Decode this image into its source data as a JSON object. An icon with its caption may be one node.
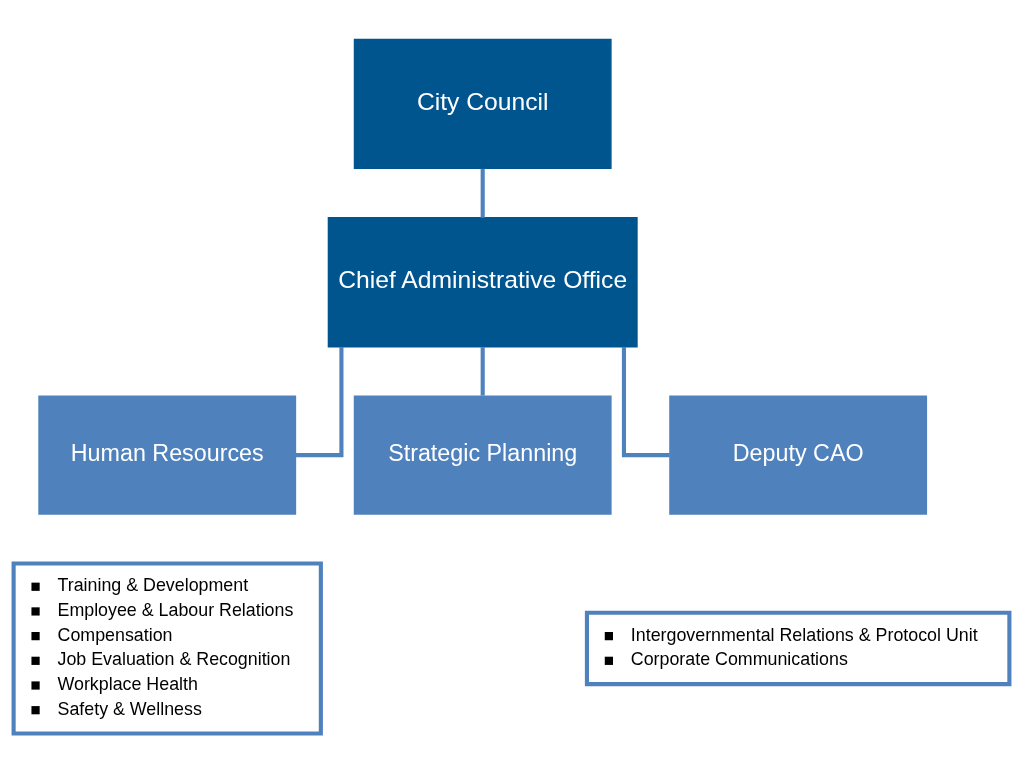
{
  "diagram": {
    "nodes": [
      {
        "text": [
          "City Council"
        ]
      },
      {
        "text": [
          "Chief Administrative Office"
        ]
      },
      {
        "text": [
          "Human Resources"
        ]
      },
      {
        "text": [
          "Strategic Planning"
        ]
      },
      {
        "text": [
          "Deputy CAO"
        ]
      },
      {
        "text": [
          "Training & Development",
          "Employee & Labour Relations",
          "Compensation",
          "Job Evaluation & Recognition",
          "Workplace Health",
          "Safety & Wellness"
        ]
      },
      {
        "text": [
          "Intergovernmental Relations & Protocol Unit",
          "Corporate Communications"
        ]
      }
    ],
    "edges": [
      {
        "from": 0,
        "to": 1,
        "arrow": "none"
      },
      {
        "from": 1,
        "to": 2,
        "arrow": "none"
      },
      {
        "from": 1,
        "to": 3,
        "arrow": "none"
      },
      {
        "from": 1,
        "to": 4,
        "arrow": "none"
      }
    ]
  }
}
